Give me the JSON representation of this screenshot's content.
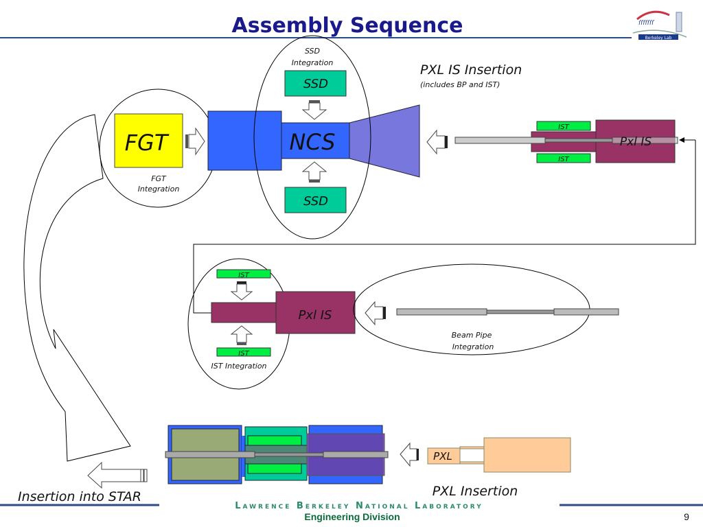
{
  "slide": {
    "title": "Assembly Sequence",
    "page_number": "9",
    "logo_text": "Berkeley Lab",
    "footer_lab": "Lawrence Berkeley National Laboratory",
    "footer_division": "Engineering Division"
  },
  "diagram": {
    "fgt_box": "FGT",
    "fgt_caption": [
      "FGT",
      "Integration"
    ],
    "ncs_box": "NCS",
    "ssd_caption": [
      "SSD",
      "Integration"
    ],
    "ssd_top": "SSD",
    "ssd_bottom": "SSD",
    "pxl_is_title": "PXL IS Insertion",
    "pxl_is_subtitle": "(includes BP and IST)",
    "pxl_is_top": "Pxl IS",
    "ist_top_a": "IST",
    "ist_top_b": "IST",
    "ist_mid_top": "IST",
    "ist_mid_bottom": "IST",
    "ist_caption": "IST Integration",
    "pxl_is_mid": "Pxl IS",
    "beam_pipe_caption": [
      "Beam Pipe",
      "Integration"
    ],
    "pxl_box": "PXL",
    "pxl_insertion": "PXL Insertion",
    "insertion_star": "Insertion into STAR"
  },
  "colors": {
    "title": "#1a1a8c",
    "fgt": "#ffff00",
    "ncs_blue": "#3366ff",
    "cone": "#7777dd",
    "ssd": "#00cc99",
    "ist": "#00ee44",
    "pxl_is": "#993366",
    "pxl": "#ffcc99"
  }
}
